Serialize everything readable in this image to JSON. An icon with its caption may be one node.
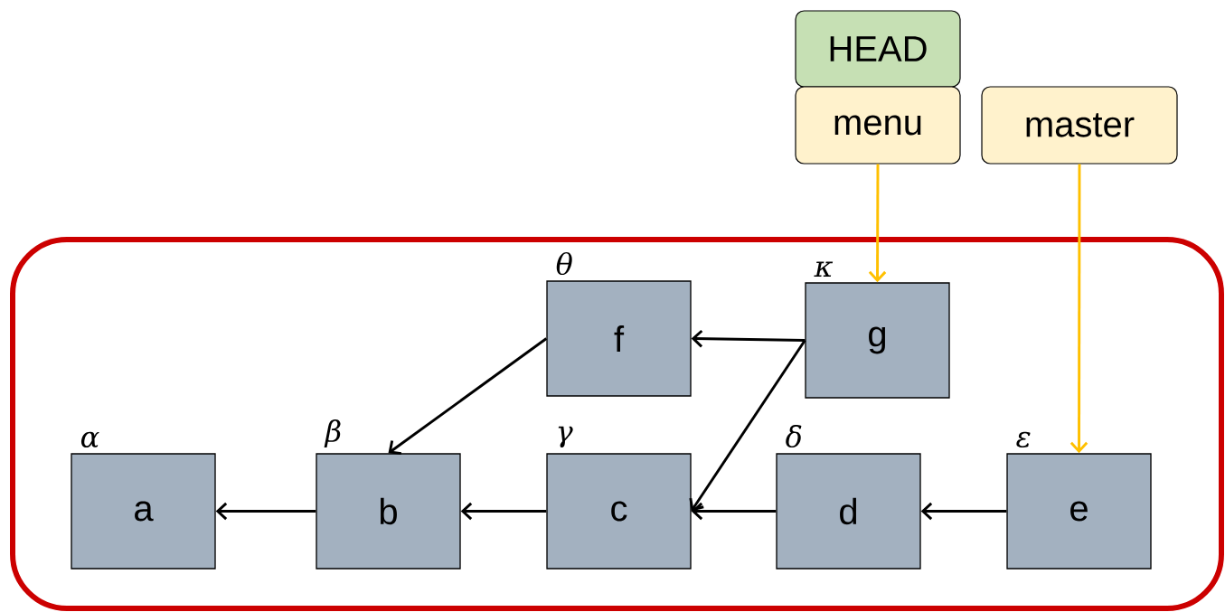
{
  "diagram": {
    "nodes": [
      {
        "text": [
          "HEAD"
        ]
      },
      {
        "text": [
          "menu"
        ]
      },
      {
        "text": [
          "master"
        ]
      },
      {
        "text": [],
        "shape": "box"
      },
      {
        "text": [
          "f"
        ],
        "in": 3,
        "beside": [
          "θ"
        ]
      },
      {
        "text": [
          "g"
        ],
        "in": 3,
        "beside": [
          "κ"
        ]
      },
      {
        "text": [
          "a"
        ],
        "in": 3,
        "beside": [
          "α"
        ]
      },
      {
        "text": [
          "b"
        ],
        "in": 3,
        "beside": [
          "β"
        ]
      },
      {
        "text": [
          "c"
        ],
        "in": 3,
        "beside": [
          "γ"
        ]
      },
      {
        "text": [
          "d"
        ],
        "in": 3,
        "beside": [
          "δ"
        ]
      },
      {
        "text": [
          "e"
        ],
        "in": 3,
        "beside": [
          "ε"
        ]
      }
    ],
    "edges": [
      {
        "from": 1,
        "to": 5,
        "arrow": "to",
        "color": "#ffc000"
      },
      {
        "from": 2,
        "to": 10,
        "arrow": "to",
        "color": "#ffc000"
      },
      {
        "from": 5,
        "to": 4,
        "arrow": "to"
      },
      {
        "from": 5,
        "to": 8,
        "arrow": "to"
      },
      {
        "from": 4,
        "to": 7,
        "arrow": "to"
      },
      {
        "from": 7,
        "to": 6,
        "arrow": "to"
      },
      {
        "from": 8,
        "to": 7,
        "arrow": "to"
      },
      {
        "from": 9,
        "to": 8,
        "arrow": "to"
      },
      {
        "from": 10,
        "to": 9,
        "arrow": "to"
      }
    ]
  }
}
